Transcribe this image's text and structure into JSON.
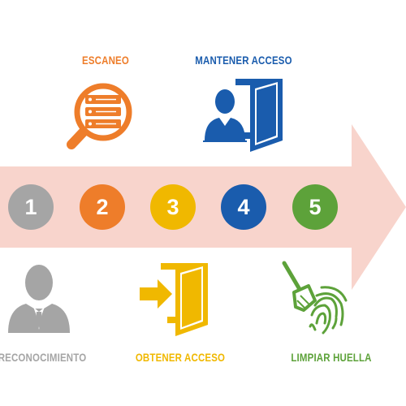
{
  "steps": [
    {
      "number": "1",
      "label": "RECONOCIMIENTO",
      "color": "#a5a5a5",
      "icon": "person-icon"
    },
    {
      "number": "2",
      "label": "ESCANEO",
      "color": "#ee7d2a",
      "icon": "magnifier-server-icon"
    },
    {
      "number": "3",
      "label": "OBTENER ACCESO",
      "color": "#f0b800",
      "icon": "door-enter-icon"
    },
    {
      "number": "4",
      "label": "MANTENER ACCESO",
      "color": "#1a5cad",
      "icon": "person-door-icon"
    },
    {
      "number": "5",
      "label": "LIMPIAR HUELLA",
      "color": "#5da23a",
      "icon": "broom-fingerprint-icon"
    }
  ],
  "colors": {
    "arrow": "#f8d4cc"
  }
}
